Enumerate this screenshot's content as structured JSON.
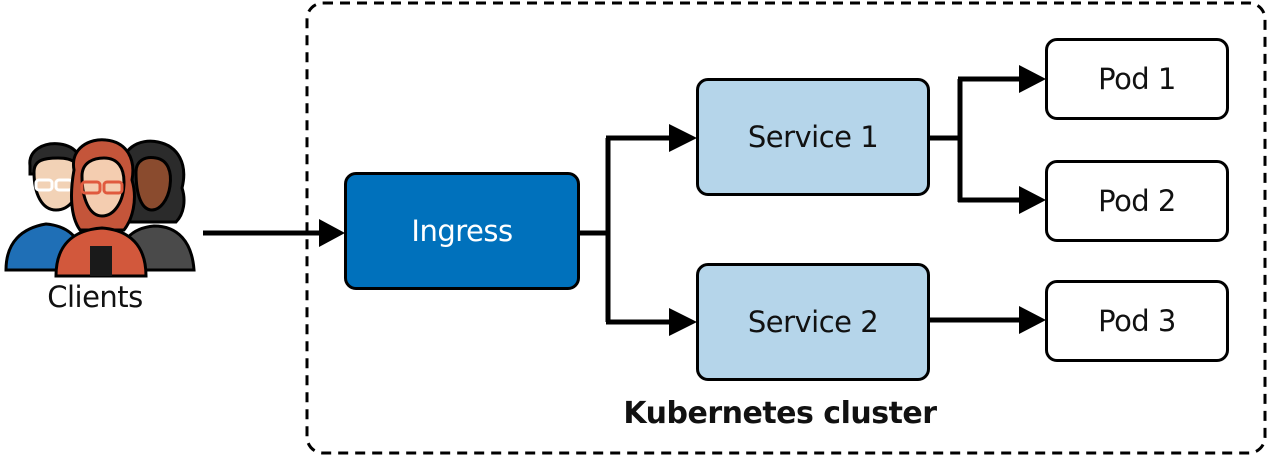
{
  "clients": {
    "label": "Clients"
  },
  "cluster": {
    "label": "Kubernetes cluster"
  },
  "ingress": {
    "label": "Ingress"
  },
  "services": [
    {
      "label": "Service 1"
    },
    {
      "label": "Service 2"
    }
  ],
  "pods": [
    {
      "label": "Pod 1"
    },
    {
      "label": "Pod 2"
    },
    {
      "label": "Pod 3"
    }
  ],
  "colors": {
    "ingress": "#0071bc",
    "service": "#b5d5ea",
    "pod": "#ffffff",
    "outline": "#000000"
  },
  "icons": [
    "people-group-icon",
    "arrow-icon"
  ]
}
